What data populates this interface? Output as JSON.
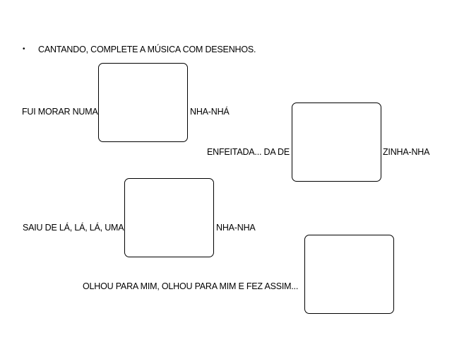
{
  "instruction": {
    "bullet": "•",
    "text": "CANTANDO, COMPLETE A MÚSICA COM DESENHOS."
  },
  "verses": [
    {
      "before": "FUI MORAR NUMA",
      "after": "NHA-NHÁ"
    },
    {
      "before": "ENFEITADA... DA DE",
      "after": "ZINHA-NHA"
    },
    {
      "before": "SAIU DE LÁ, LÁ, LÁ, UMA",
      "after": "NHA-NHA"
    },
    {
      "before": "OLHOU PARA MIM, OLHOU PARA MIM E FEZ ASSIM..."
    }
  ]
}
